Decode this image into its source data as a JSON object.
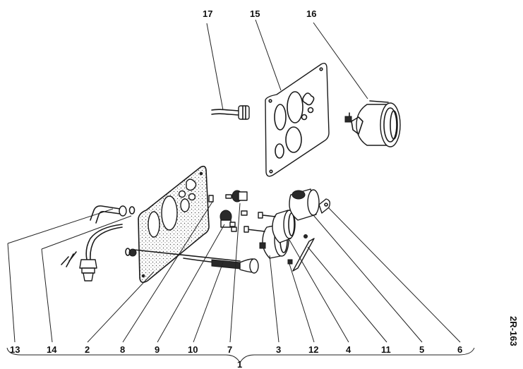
{
  "figure_code": "2R-163",
  "callouts": {
    "c13": "13",
    "c14": "14",
    "c2": "2",
    "c8": "8",
    "c9": "9",
    "c10": "10",
    "c7": "7",
    "c3": "3",
    "c12": "12",
    "c4": "4",
    "c11": "11",
    "c5": "5",
    "c6": "6",
    "c15": "15",
    "c16": "16",
    "c17": "17",
    "c1": "1"
  }
}
